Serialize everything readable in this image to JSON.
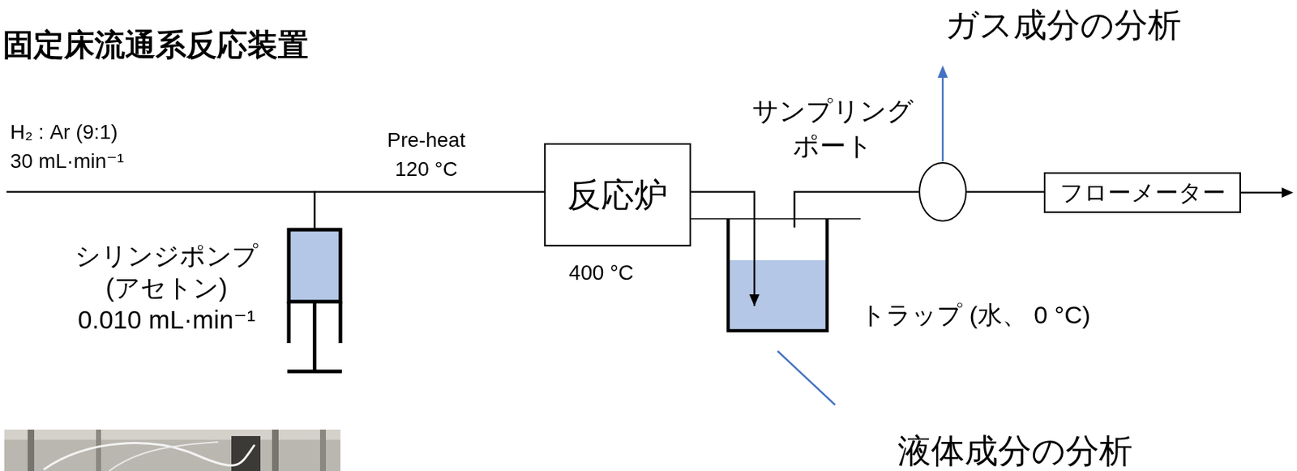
{
  "diagram": {
    "title": "固定床流通系反応装置",
    "nodes": [
      {
        "text": [
          "シリンジポンプ (アセトン) 0.010 mL·min⁻¹"
        ]
      },
      {
        "text": [
          "反応炉",
          "400 °C"
        ]
      },
      {
        "text": [
          "トラップ (水、 0 °C)"
        ]
      },
      {
        "text": [
          "サンプリング ポート"
        ]
      },
      {
        "text": [
          "フローメーター"
        ]
      }
    ],
    "edges": [
      {
        "from": 0,
        "to": 1,
        "arrow": "none"
      },
      {
        "from": 1,
        "to": 2,
        "arrow": "to"
      },
      {
        "from": 2,
        "to": 3,
        "arrow": "none"
      },
      {
        "from": 3,
        "to": 4,
        "arrow": "none"
      }
    ],
    "labels": [
      "H₂ : Ar (9:1) 30 mL·min⁻¹",
      "Pre-heat 120 °C",
      "ガス成分の分析",
      "液体成分の分析"
    ]
  }
}
